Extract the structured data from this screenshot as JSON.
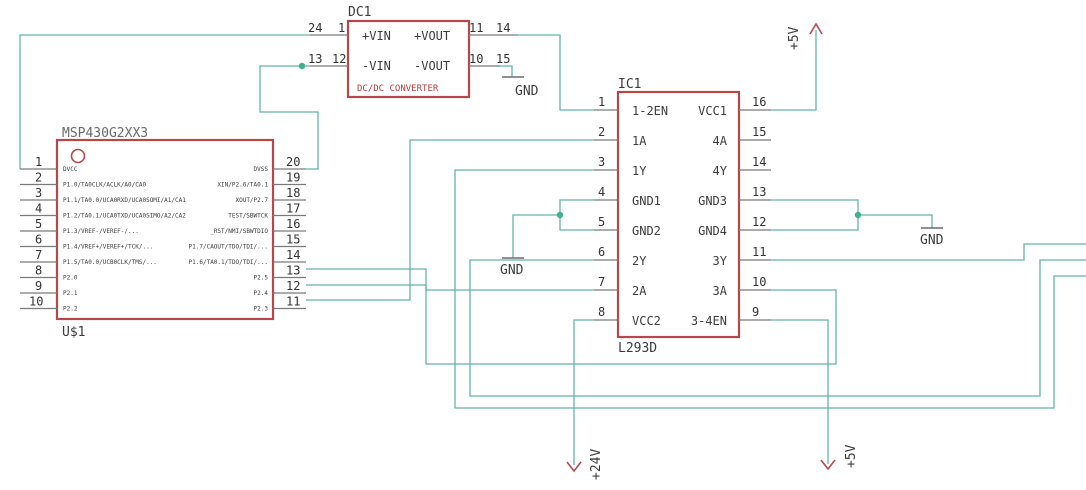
{
  "colors": {
    "wire": "#61b5a8",
    "component_outline": "#b7474b",
    "pin": "#7a7a7a",
    "text": "#3c3c3c",
    "background": "#ffffff"
  },
  "dc_converter": {
    "name": "DC1",
    "type": "DC/DC CONVERTER",
    "pins": [
      {
        "num_left": "24",
        "num_right": "1",
        "label": "+VIN"
      },
      {
        "num_left": "13",
        "num_right": "12",
        "label": "-VIN"
      },
      {
        "num_left": "11",
        "num_right": "14",
        "label": "+VOUT"
      },
      {
        "num_left": "10",
        "num_right": "15",
        "label": "-VOUT"
      }
    ]
  },
  "mcu": {
    "name": "U$1",
    "part": "MSP430G2XX3",
    "left_pins": [
      {
        "num": "1",
        "label": "DVCC"
      },
      {
        "num": "2",
        "label": "P1.0/TA0CLK/ACLK/A0/CA0"
      },
      {
        "num": "3",
        "label": "P1.1/TA0.0/UCA0RXD/UCA0SOMI/A1/CA1"
      },
      {
        "num": "4",
        "label": "P1.2/TA0.1/UCA0TXD/UCA0SIMO/A2/CA2"
      },
      {
        "num": "5",
        "label": "P1.3/VREF-/VEREF-/..."
      },
      {
        "num": "6",
        "label": "P1.4/VREF+/VEREF+/TCK/..."
      },
      {
        "num": "7",
        "label": "P1.5/TA0.0/UCB0CLK/TMS/..."
      },
      {
        "num": "8",
        "label": "P2.0"
      },
      {
        "num": "9",
        "label": "P2.1"
      },
      {
        "num": "10",
        "label": "P2.2"
      }
    ],
    "right_pins": [
      {
        "num": "20",
        "label": "DVSS"
      },
      {
        "num": "19",
        "label": "XIN/P2.6/TA0.1"
      },
      {
        "num": "18",
        "label": "XOUT/P2.7"
      },
      {
        "num": "17",
        "label": "TEST/SBWTCK"
      },
      {
        "num": "16",
        "label": "_RST/NMI/SBWTDIO"
      },
      {
        "num": "15",
        "label": "P1.7/CAOUT/TDO/TDI/..."
      },
      {
        "num": "14",
        "label": "P1.6/TA0.1/TDO/TDI/..."
      },
      {
        "num": "13",
        "label": "P2.5"
      },
      {
        "num": "12",
        "label": "P2.4"
      },
      {
        "num": "11",
        "label": "P2.3"
      }
    ]
  },
  "driver": {
    "name": "IC1",
    "part": "L293D",
    "left_pins": [
      {
        "num": "1",
        "label": "1-2EN"
      },
      {
        "num": "2",
        "label": "1A"
      },
      {
        "num": "3",
        "label": "1Y"
      },
      {
        "num": "4",
        "label": "GND1"
      },
      {
        "num": "5",
        "label": "GND2"
      },
      {
        "num": "6",
        "label": "2Y"
      },
      {
        "num": "7",
        "label": "2A"
      },
      {
        "num": "8",
        "label": "VCC2"
      }
    ],
    "right_pins": [
      {
        "num": "16",
        "label": "VCC1"
      },
      {
        "num": "15",
        "label": "4A"
      },
      {
        "num": "14",
        "label": "4Y"
      },
      {
        "num": "13",
        "label": "GND3"
      },
      {
        "num": "12",
        "label": "GND4"
      },
      {
        "num": "11",
        "label": "3Y"
      },
      {
        "num": "10",
        "label": "3A"
      },
      {
        "num": "9",
        "label": "3-4EN"
      }
    ]
  },
  "supplies": {
    "gnd_label": "GND",
    "plus5v_top": "+5V",
    "plus24v": "+24V",
    "plus5v_bottom": "+5V"
  }
}
